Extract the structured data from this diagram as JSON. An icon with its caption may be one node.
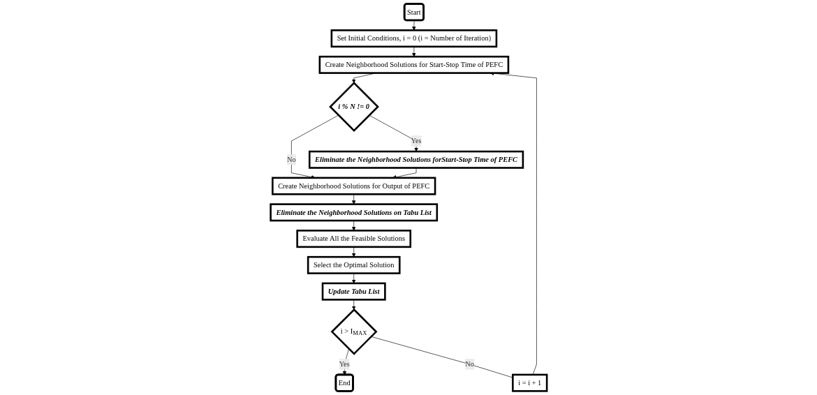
{
  "diagram": {
    "nodes": [
      {
        "text": [
          "Start"
        ]
      },
      {
        "text": [
          "Set Initial Conditions, i = 0 (i = Number of Iteration)"
        ]
      },
      {
        "text": [
          "Create Neighborhood Solutions for Start-Stop Time of PEFC"
        ]
      },
      {
        "text": [
          "i % N != 0"
        ]
      },
      {
        "text": [
          "Eliminate the Neighborhood Solutions forStart-Stop Time of PEFC"
        ]
      },
      {
        "text": [
          "Create Neighborhood Solutions for Output of PEFC"
        ]
      },
      {
        "text": [
          "i = i + 1"
        ]
      },
      {
        "text": [
          "Eliminate the Neighborhood Solutions on Tabu List"
        ]
      },
      {
        "text": [
          "Evaluate All the Feasible Solutions"
        ]
      },
      {
        "text": [
          "Select the Optimal Solution"
        ]
      },
      {
        "text": [
          "Update Tabu List"
        ]
      },
      {
        "text": [
          "i > I$_{MAX}$"
        ]
      },
      {
        "text": [
          "End"
        ]
      }
    ],
    "edges": [
      {
        "from": 0,
        "to": 1,
        "arrow": "to"
      },
      {
        "from": 1,
        "to": 2,
        "arrow": "to"
      },
      {
        "from": 2,
        "to": 3,
        "arrow": "to"
      },
      {
        "from": 3,
        "to": 4,
        "label": "Yes",
        "arrow": "to"
      },
      {
        "from": 3,
        "to": 5,
        "label": "No",
        "arrow": "to"
      },
      {
        "from": 4,
        "to": 5,
        "arrow": "to"
      },
      {
        "from": 5,
        "to": 7,
        "arrow": "to"
      },
      {
        "from": 7,
        "to": 8,
        "arrow": "to"
      },
      {
        "from": 8,
        "to": 9,
        "arrow": "to"
      },
      {
        "from": 9,
        "to": 10,
        "arrow": "to"
      },
      {
        "from": 10,
        "to": 11,
        "arrow": "to"
      },
      {
        "from": 11,
        "to": 12,
        "label": "Yes",
        "arrow": "to"
      },
      {
        "from": 11,
        "to": 6,
        "label": "No",
        "arrow": "none"
      },
      {
        "from": 6,
        "to": 2,
        "arrow": "to"
      }
    ]
  }
}
